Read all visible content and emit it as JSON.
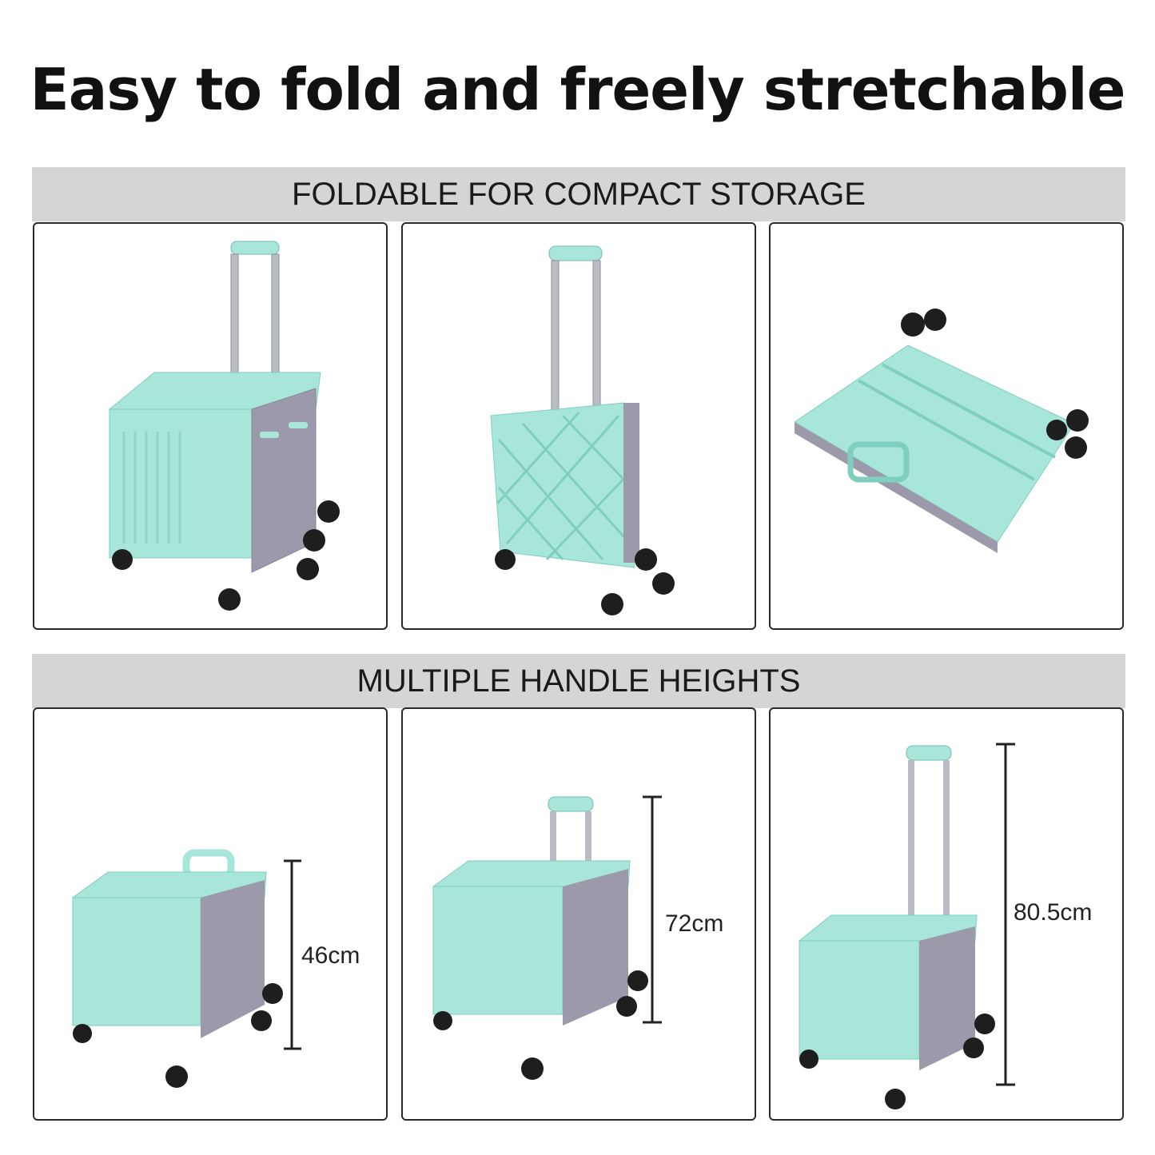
{
  "headline": "Easy to fold and freely stretchable",
  "sections": [
    {
      "label": "FOLDABLE FOR COMPACT STORAGE"
    },
    {
      "label": "MULTIPLE HANDLE HEIGHTS"
    }
  ],
  "heights": [
    {
      "label": "46cm"
    },
    {
      "label": "72cm"
    },
    {
      "label": "80.5cm"
    }
  ],
  "colors": {
    "body": "#a7e6d9",
    "body_dark": "#7fcfc0",
    "panel_gray": "#9c9aaa",
    "handle_gray": "#b9bcc2",
    "wheel": "#1e1e1e",
    "banner": "#d5d5d7"
  }
}
